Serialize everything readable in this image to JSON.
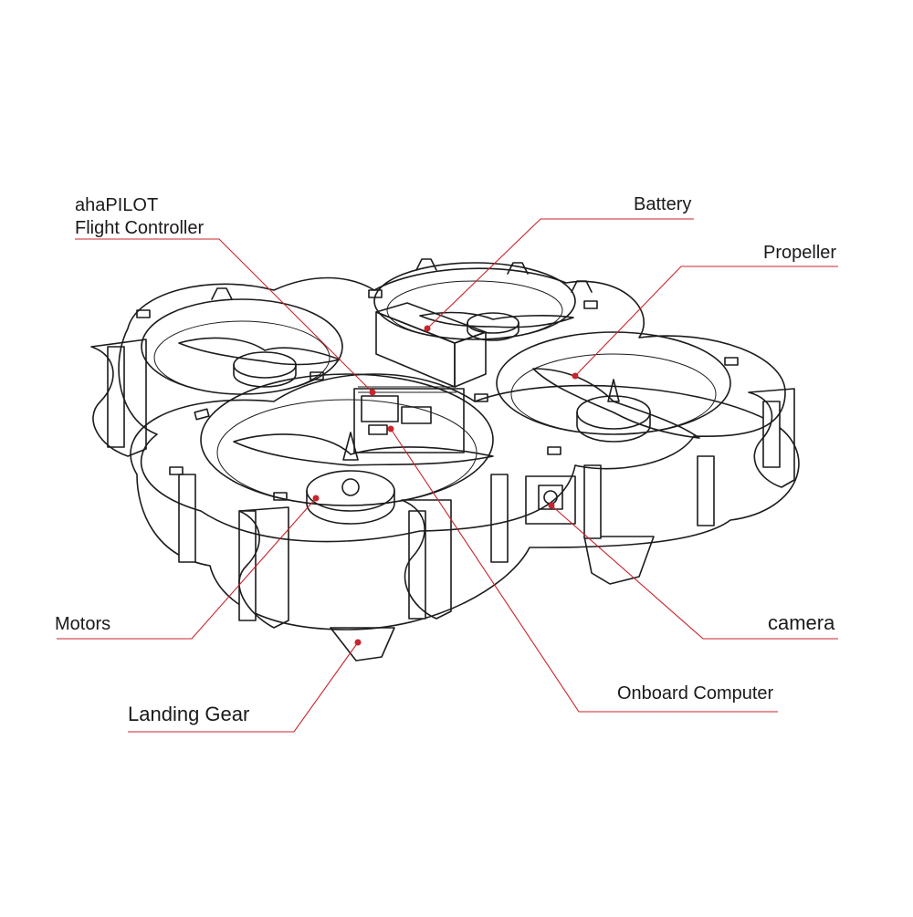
{
  "labels": {
    "flight_controller_line1": "ahaPILOT",
    "flight_controller_line2": "Flight Controller",
    "battery": "Battery",
    "propeller": "Propeller",
    "motors": "Motors",
    "camera": "camera",
    "onboard_computer": "Onboard Computer",
    "landing_gear": "Landing Gear"
  },
  "colors": {
    "leader_line": "#c8242b",
    "battery": "#f7c08f",
    "propeller": "#c9e3a6",
    "motor": "#9cc8e6",
    "camera": "#f0b6c8",
    "landing_gear": "#f3c58e",
    "frame_outline": "#1c1c1c",
    "frame_fill": "#ffffff"
  }
}
